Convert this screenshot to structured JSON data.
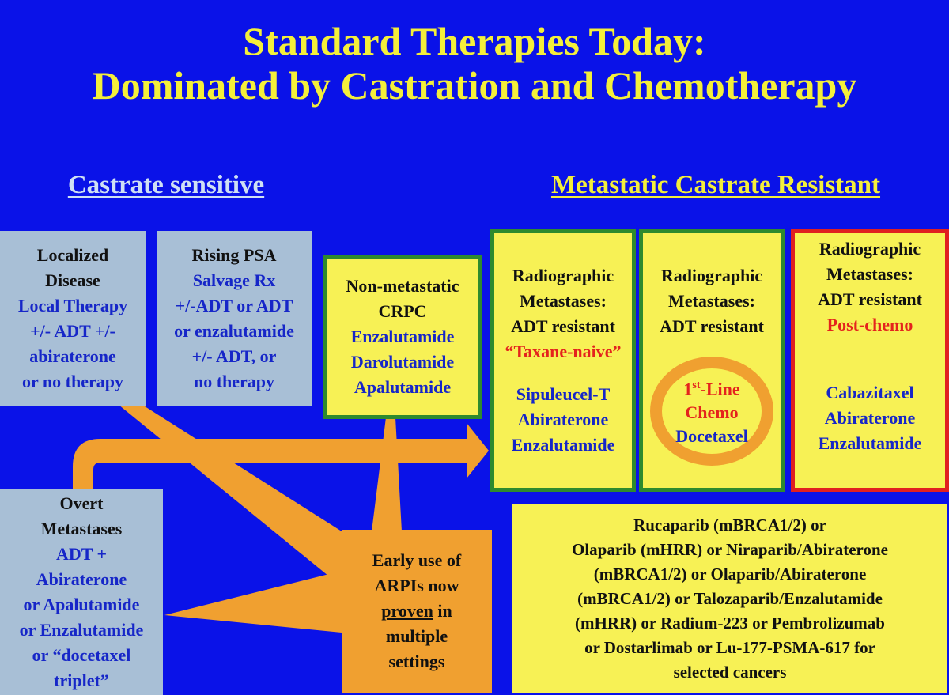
{
  "title": {
    "line1": "Standard Therapies Today:",
    "line2": "Dominated by Castration and Chemotherapy"
  },
  "headings": {
    "left": "Castrate sensitive",
    "right": "Metastatic Castrate Resistant"
  },
  "localized": {
    "title1": "Localized",
    "title2": "Disease",
    "l1": "Local Therapy",
    "l2": "+/- ADT +/-",
    "l3": "abiraterone",
    "l4": "or no therapy"
  },
  "rising": {
    "title": "Rising PSA",
    "l1": "Salvage Rx",
    "l2": "+/-ADT or ADT",
    "l3": "or enzalutamide",
    "l4": "+/- ADT,  or",
    "l5": "no therapy"
  },
  "overt": {
    "title1": "Overt",
    "title2": "Metastases",
    "l1": "ADT +",
    "l2": "Abiraterone",
    "l3": "or Apalutamide",
    "l4": "or Enzalutamide",
    "l5": "or “docetaxel",
    "l6": "triplet”"
  },
  "nmcrpc": {
    "t1": "Non-metastatic",
    "t2": "CRPC",
    "d1": "Enzalutamide",
    "d2": "Darolutamide",
    "d3": "Apalutamide"
  },
  "taxane_naive": {
    "t1": "Radiographic",
    "t2": "Metastases:",
    "t3": "ADT resistant",
    "tag": "“Taxane-naive”",
    "d1": "Sipuleucel-T",
    "d2": "Abiraterone",
    "d3": "Enzalutamide"
  },
  "first_line": {
    "t1": "Radiographic",
    "t2": "Metastases:",
    "t3": "ADT resistant",
    "c1_num": "1",
    "c1_sup": "st",
    "c1_rest": "-Line",
    "c2": "Chemo",
    "d1": "Docetaxel"
  },
  "post_chemo": {
    "t1": "Radiographic",
    "t2": "Metastases:",
    "t3": "ADT resistant",
    "tag": "Post-chemo",
    "d1": "Cabazitaxel",
    "d2": "Abiraterone",
    "d3": "Enzalutamide"
  },
  "arpi": {
    "l1": "Early use of",
    "l2": "ARPIs now",
    "l3_u": "proven",
    "l3_rest": " in",
    "l4": "multiple",
    "l5": "settings"
  },
  "parp": {
    "l1": "Rucaparib (mBRCA1/2) or",
    "l2": "Olaparib (mHRR) or Niraparib/Abiraterone",
    "l3": "(mBRCA1/2) or Olaparib/Abiraterone",
    "l4": "(mBRCA1/2) or Talozaparib/Enzalutamide",
    "l5": "(mHRR) or Radium-223 or Pembrolizumab",
    "l6": "or Dostarlimab or Lu-177-PSMA-617 for",
    "l7": "selected cancers"
  },
  "colors": {
    "background": "#0a12e8",
    "title": "#f4ef3a",
    "box_yellow": "#f7f155",
    "box_gray": "#a8bfd6",
    "orange": "#f0a030",
    "green_border": "#2e8a2e",
    "red_border": "#e02020",
    "blue_text": "#1626c8",
    "red_text": "#e4231d"
  }
}
